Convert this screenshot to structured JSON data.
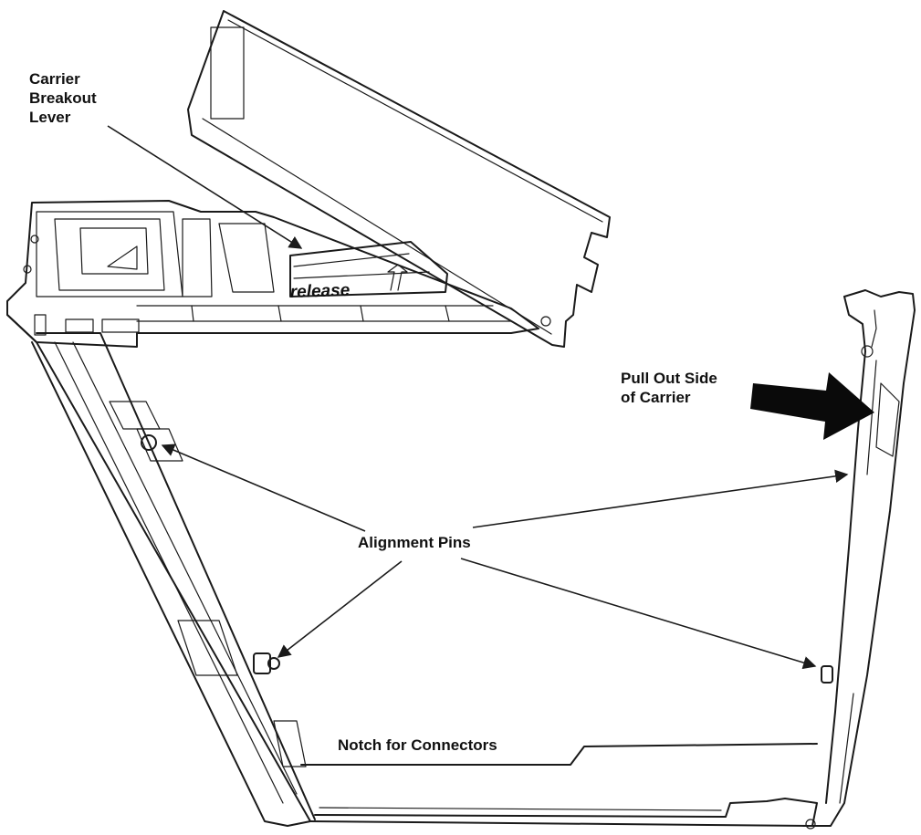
{
  "labels": {
    "lever_line1": "Carrier",
    "lever_line2": "Breakout",
    "lever_line3": "Lever",
    "pull_line1": "Pull Out Side",
    "pull_line2": "of Carrier",
    "pins": "Alignment Pins",
    "notch": "Notch for Connectors",
    "release": "release"
  },
  "colors": {
    "ink": "#1a1a1a",
    "background": "#ffffff"
  }
}
